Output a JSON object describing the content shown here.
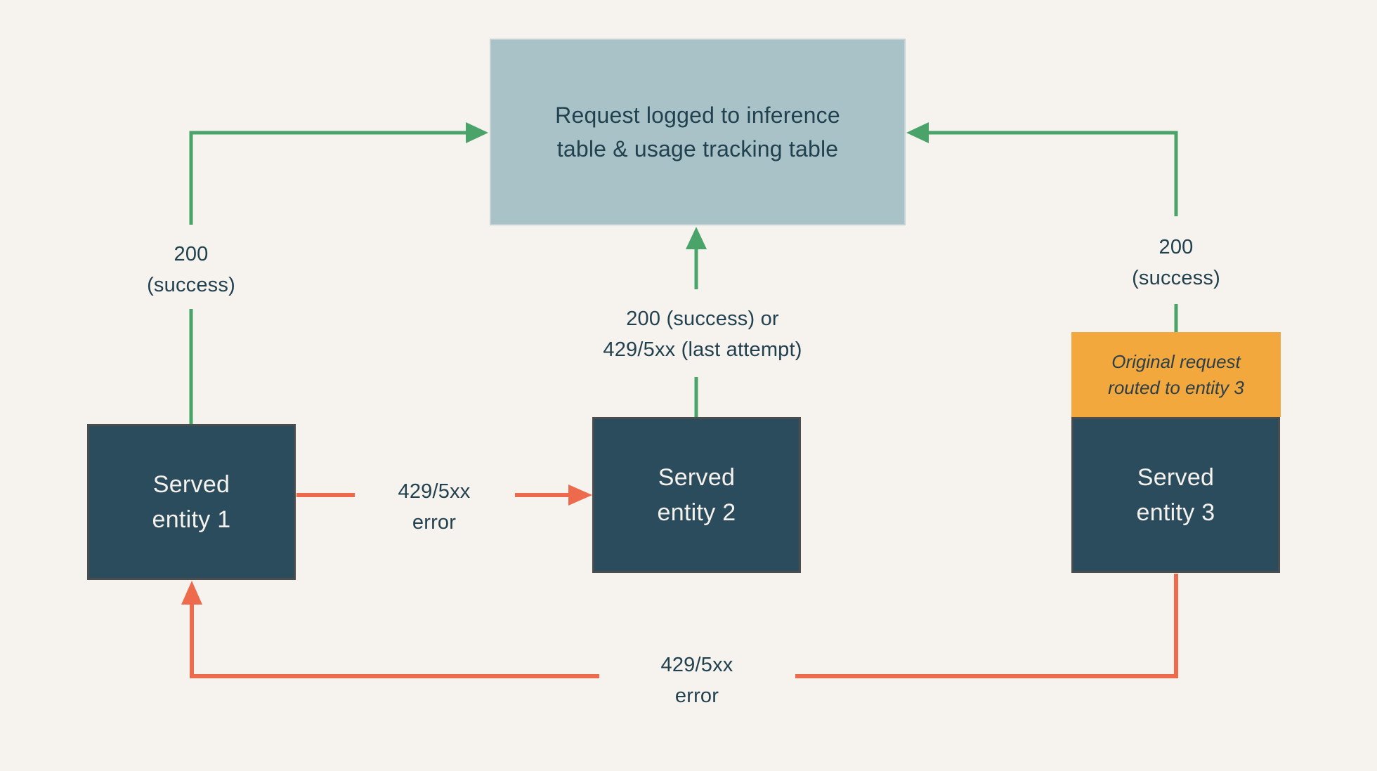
{
  "colors": {
    "bg": "#f6f3ee",
    "green": "#4aa469",
    "orange": "#ed6a4d",
    "node-fill": "#2b4c5c",
    "node-border": "#4a4d4f",
    "node-text": "#f5f2ed",
    "log-fill": "#a8c2c7",
    "log-border": "#c3d2d5",
    "note-fill": "#f2a83d",
    "text-dark": "#22414e"
  },
  "log_box": {
    "lines": [
      "Request logged to inference",
      "table & usage tracking table"
    ]
  },
  "nodes": {
    "entity1": {
      "lines": [
        "Served",
        "entity 1"
      ]
    },
    "entity2": {
      "lines": [
        "Served",
        "entity 2"
      ]
    },
    "entity3": {
      "lines": [
        "Served",
        "entity 3"
      ]
    }
  },
  "note": {
    "lines": [
      "Original request",
      "routed to entity 3"
    ]
  },
  "labels": {
    "e1_success": {
      "lines": [
        "200",
        "(success)"
      ]
    },
    "e2_result": {
      "lines": [
        "200 (success) or",
        "429/5xx (last attempt)"
      ]
    },
    "e3_success": {
      "lines": [
        "200",
        "(success)"
      ]
    },
    "e1_to_e2_error": {
      "lines": [
        "429/5xx",
        "error"
      ]
    },
    "e3_to_e1_error": {
      "lines": [
        "429/5xx",
        "error"
      ]
    }
  }
}
